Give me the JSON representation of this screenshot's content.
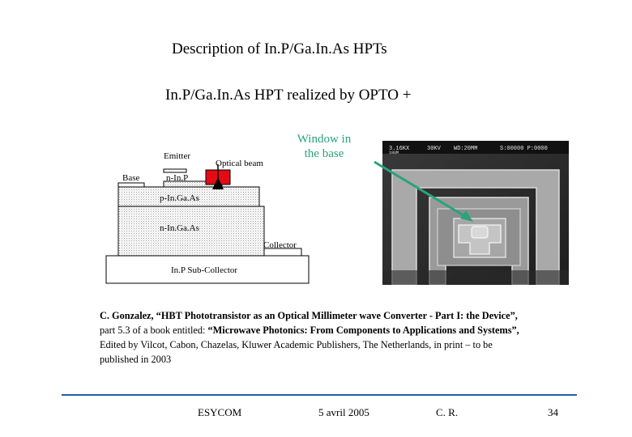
{
  "slide": {
    "title": "Description of In.P/Ga.In.As HPTs",
    "subtitle": "In.P/Ga.In.As HPT realized by OPTO +"
  },
  "diagram": {
    "labels": {
      "emitter": "Emitter",
      "base": "Base",
      "optical_beam": "Optical beam",
      "n_inp": "n-In.P",
      "p_ingaas": "p-In.Ga.As",
      "n_ingaas": "n-In.Ga.As",
      "collector": "Collector",
      "sub_collector": "In.P Sub-Collector"
    },
    "window_label_line1": "Window in",
    "window_label_line2": "the base",
    "arrow_color": "#2aa37d",
    "beam_color": "#e30b14"
  },
  "sem": {
    "magnification": "3.16KX",
    "voltage": "30KV",
    "working_distance": "WD:20MM",
    "scale": "10UM",
    "image_number": "S:00000 P:0000"
  },
  "citation": {
    "line1_a": "C. Gonzalez, “HBT Phototransistor as an Optical Millimeter wave Converter - Part I: the Device”,",
    "line2_prefix": "part 5.3 of a book entitled: ",
    "line2_bold": "“Microwave Photonics: From Components to Applications and Systems”,",
    "line3": "Edited by Vilcot, Cabon, Chazelas,  Kluwer Academic Publishers, The Netherlands, in print – to be",
    "line4": "published in 2003"
  },
  "footer": {
    "org": "ESYCOM",
    "date": "5 avril 2005",
    "author": "C. R.",
    "page": "34",
    "line_color": "#1f5fa8"
  }
}
